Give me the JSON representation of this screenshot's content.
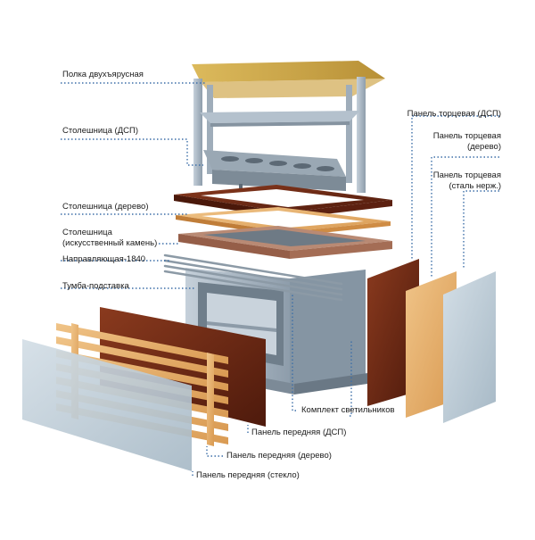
{
  "labels": {
    "shelf_two_tier": "Полка двухъярусная",
    "top_dsp": "Столешница (ДСП)",
    "top_wood": "Столешница (дерево)",
    "top_stone_1": "Столешница",
    "top_stone_2": "(искусственный камень)",
    "guide": "Направляющая-1840",
    "stand": "Тумба-подставка",
    "end_panel_dsp": "Панель торцевая (ДСП)",
    "end_panel_wood_1": "Панель торцевая",
    "end_panel_wood_2": "(дерево)",
    "end_panel_steel_1": "Панель торцевая",
    "end_panel_steel_2": "(сталь нерж.)",
    "lights": "Комплект светильников",
    "front_dsp": "Панель передняя (ДСП)",
    "front_wood": "Панель передняя (дерево)",
    "front_glass": "Панель передняя (стекло)"
  },
  "colors": {
    "leader": "#3d6fa8",
    "steel": "#a8b6c4",
    "steel_dark": "#7f8e9c",
    "dsp_wood": "#6e2a16",
    "light_wood": "#e8b070",
    "stone": "#b07860",
    "glass": "#b9c9d4",
    "amber_glass": "#c8a040"
  }
}
